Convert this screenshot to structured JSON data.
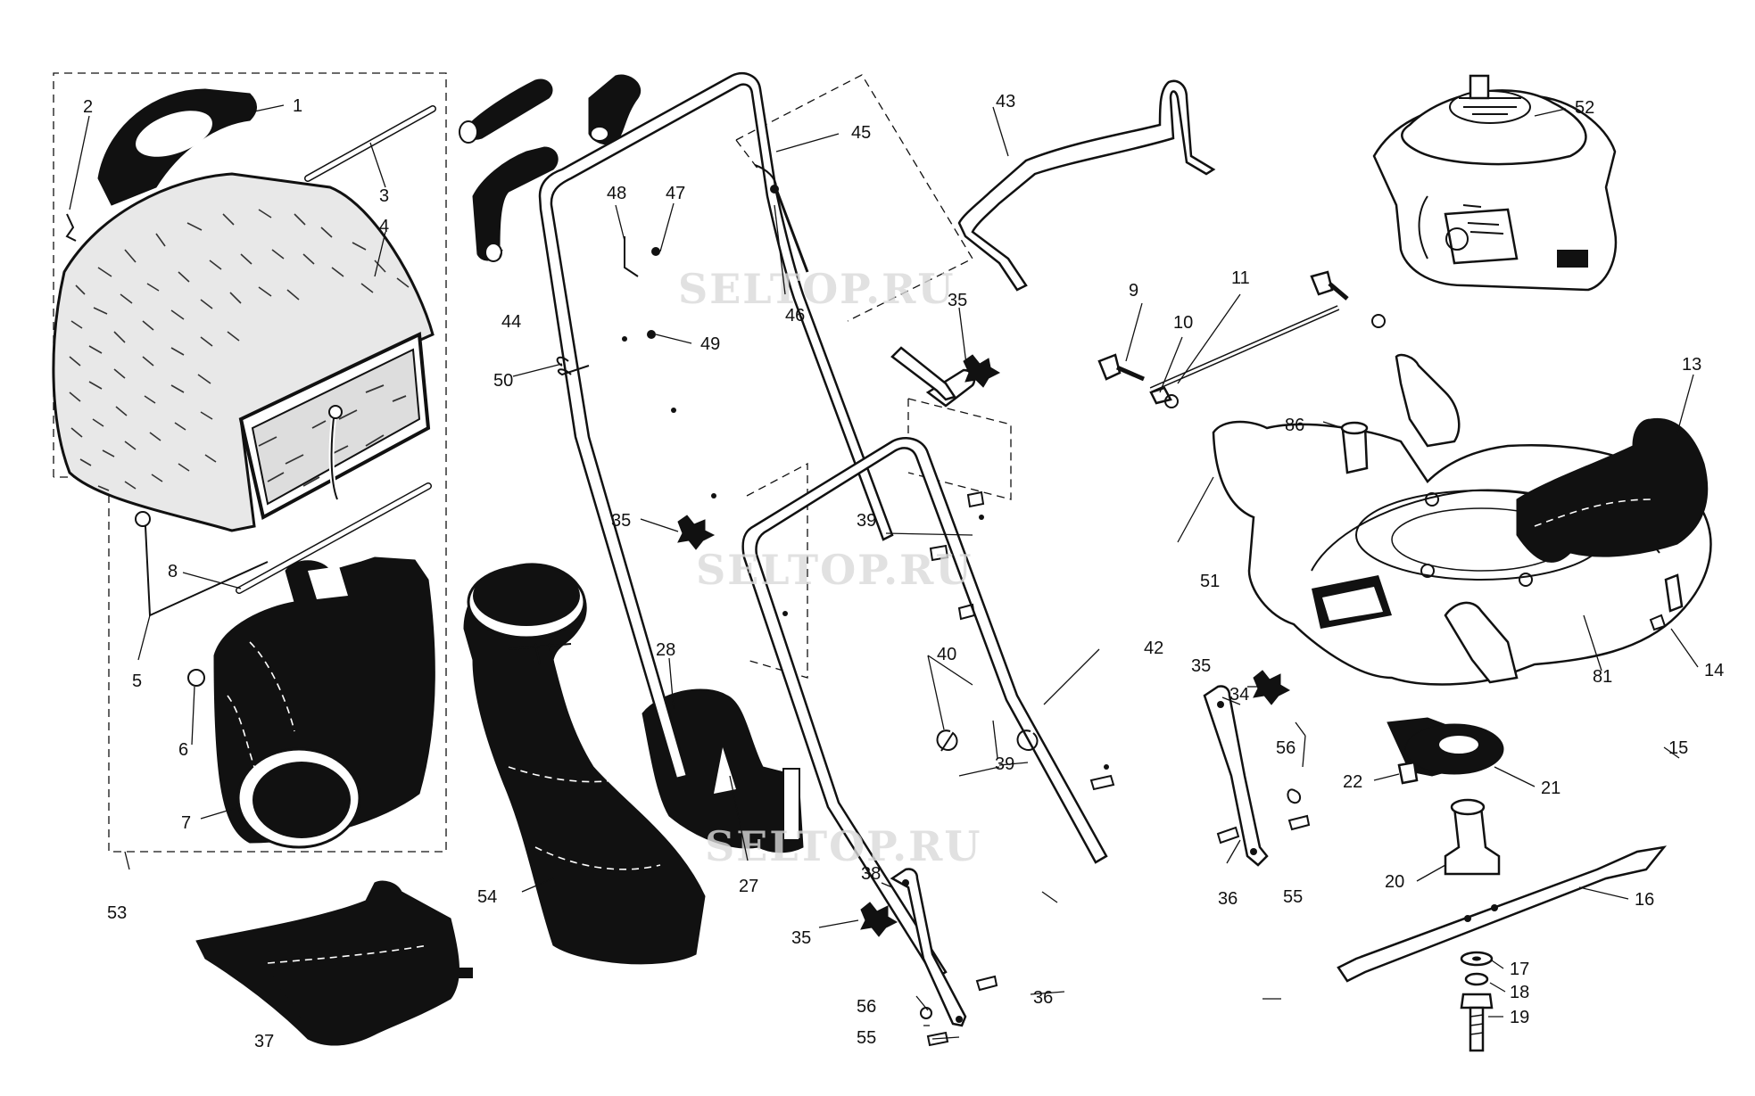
{
  "watermark": "SELTOP.RU",
  "callouts": [
    "1",
    "2",
    "3",
    "4",
    "5",
    "6",
    "7",
    "8",
    "9",
    "10",
    "11",
    "13",
    "14",
    "15",
    "16",
    "17",
    "18",
    "19",
    "20",
    "21",
    "22",
    "27",
    "28",
    "34",
    "35",
    "36",
    "37",
    "38",
    "39",
    "40",
    "42",
    "43",
    "44",
    "45",
    "46",
    "47",
    "48",
    "49",
    "50",
    "51",
    "52",
    "53",
    "54",
    "55",
    "56",
    "81",
    "86"
  ]
}
